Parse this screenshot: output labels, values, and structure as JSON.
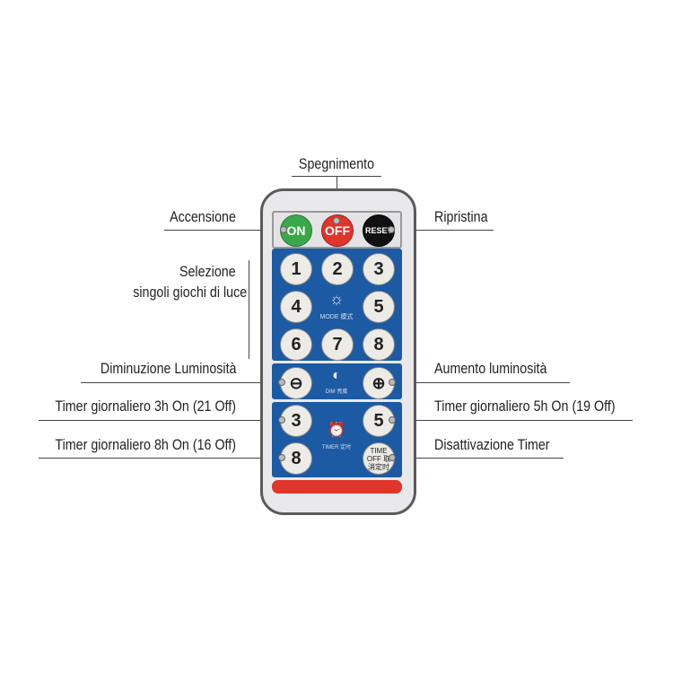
{
  "labels": {
    "off": "Spegnimento",
    "on": "Accensione",
    "reset": "Ripristina",
    "select_1": "Selezione",
    "select_2": "singoli giochi di luce",
    "dim_down": "Diminuzione Luminosità",
    "dim_up": "Aumento luminosità",
    "timer3": "Timer giornaliero 3h On (21 Off)",
    "timer5": "Timer giornaliero 5h On (19 Off)",
    "timer8": "Timer giornaliero 8h On (16 Off)",
    "timer_off": "Disattivazione Timer"
  },
  "remote": {
    "on": "ON",
    "off": "OFF",
    "reset": "RESET",
    "numbers": [
      "1",
      "2",
      "3",
      "4",
      "5",
      "6",
      "7",
      "8"
    ],
    "mode": "MODE 模式",
    "dim": "DIM 亮度",
    "timer": "TIMER 定时",
    "timer_buttons": [
      "3",
      "5",
      "8"
    ],
    "timer_off": "TIME OFF 取消定时",
    "colors": {
      "on": "#3aa84a",
      "off": "#e0352b",
      "reset": "#111111",
      "panel": "#1c5aa3",
      "warning": "#e0352b"
    }
  }
}
